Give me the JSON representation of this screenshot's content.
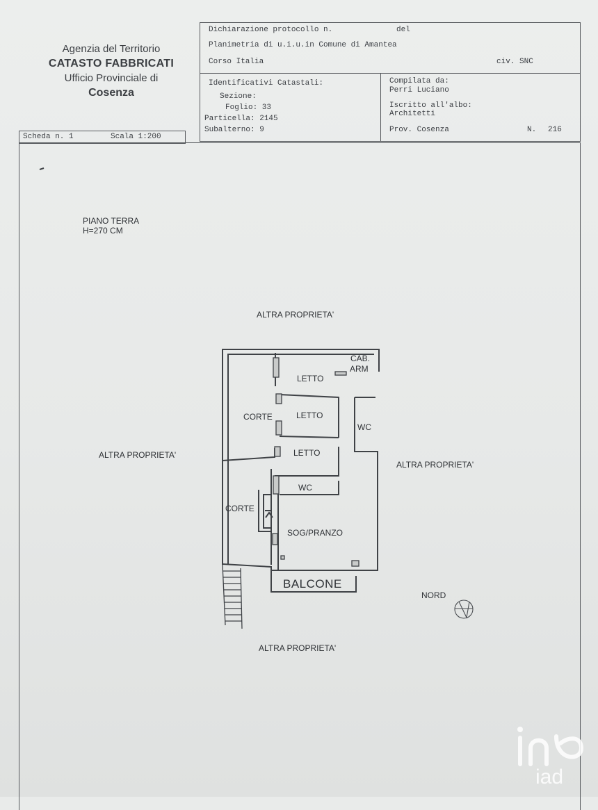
{
  "agency": {
    "line1": "Agenzia del Territorio",
    "line2": "CATASTO FABBRICATI",
    "line3": "Ufficio Provinciale di",
    "line4": "Cosenza"
  },
  "header": {
    "dichiarazione": "Dichiarazione protocollo n.",
    "del": "del",
    "planimetria": "Planimetria di u.i.u.in Comune di Amantea",
    "address": "Corso Italia",
    "civ": "civ. SNC"
  },
  "identificativi": {
    "title": "Identificativi Catastali:",
    "sezione": "Sezione:",
    "foglio": "Foglio: 33",
    "particella": "Particella: 2145",
    "subalterno": "Subalterno: 9"
  },
  "compilata": {
    "label": "Compilata da:",
    "name": "Perri Luciano",
    "iscritto": "Iscritto all'albo:",
    "albo": "Architetti",
    "prov": "Prov. Cosenza",
    "n_label": "N.",
    "n_value": "216"
  },
  "scheda": {
    "scheda": "Scheda n. 1",
    "scala": "Scala 1:200"
  },
  "plan": {
    "piano": "PIANO TERRA",
    "height": "H=270 CM",
    "altra_top": "ALTRA PROPRIETA'",
    "altra_left": "ALTRA PROPRIETA'",
    "altra_right": "ALTRA PROPRIETA'",
    "altra_bottom": "ALTRA PROPRIETA'",
    "cab": "CAB.",
    "arm": "ARM",
    "letto1": "LETTO",
    "letto2": "LETTO",
    "letto3": "LETTO",
    "corte1": "CORTE",
    "corte2": "CORTE",
    "wc1": "WC",
    "wc2": "WC",
    "sog": "SOG/PRANZO",
    "balcone": "BALCONE",
    "nord": "NORD"
  },
  "watermark": {
    "brand": "iad"
  }
}
